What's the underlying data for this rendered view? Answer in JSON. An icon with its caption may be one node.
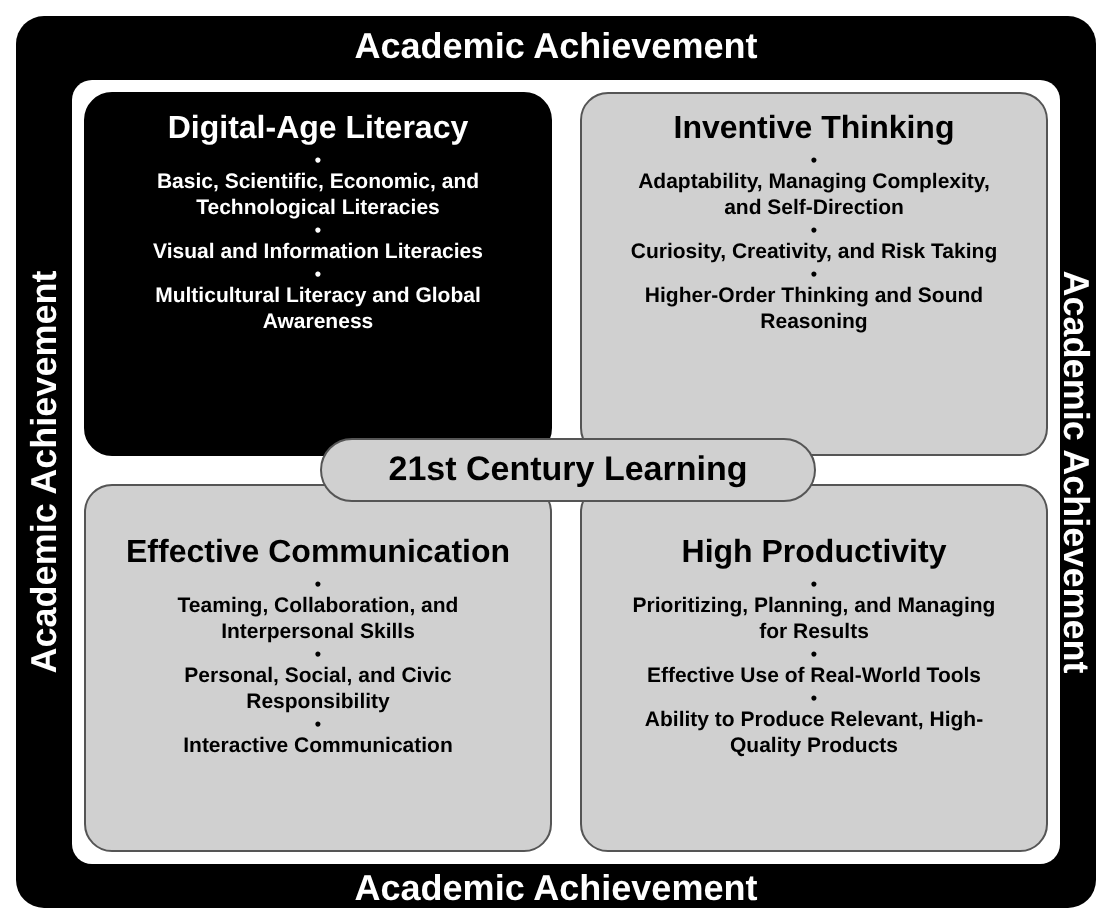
{
  "diagram": {
    "nodes": [
      {
        "text": [
          "Academic Achievement",
          "Academic Achievement",
          "Academic Achievement",
          "Academic Achievement"
        ]
      },
      {
        "text": [
          "Digital-Age Literacy",
          "•",
          "Basic, Scientific, Economic, and Technological Literacies",
          "•",
          "Visual and Information Literacies",
          "•",
          "Multicultural Literacy and Global Awareness"
        ],
        "in": 0
      },
      {
        "text": [
          "Inventive Thinking",
          "•",
          "Adaptability, Managing Complexity, and Self-Direction",
          "•",
          "Curiosity, Creativity, and Risk Taking",
          "•",
          "Higher-Order Thinking and Sound Reasoning"
        ],
        "in": 0
      },
      {
        "text": [
          "21st Century Learning"
        ],
        "in": 0
      },
      {
        "text": [
          "Effective Communication",
          "•",
          "Teaming, Collaboration, and Interpersonal Skills",
          "•",
          "Personal, Social, and Civic Responsibility",
          "•",
          "Interactive Communication"
        ],
        "in": 0
      },
      {
        "text": [
          "High Productivity",
          "•",
          "Prioritizing, Planning, and Managing for Results",
          "•",
          "Effective Use of Real-World Tools",
          "•",
          "Ability to Produce Relevant, High-Quality Products"
        ],
        "in": 0
      }
    ],
    "edges": []
  }
}
